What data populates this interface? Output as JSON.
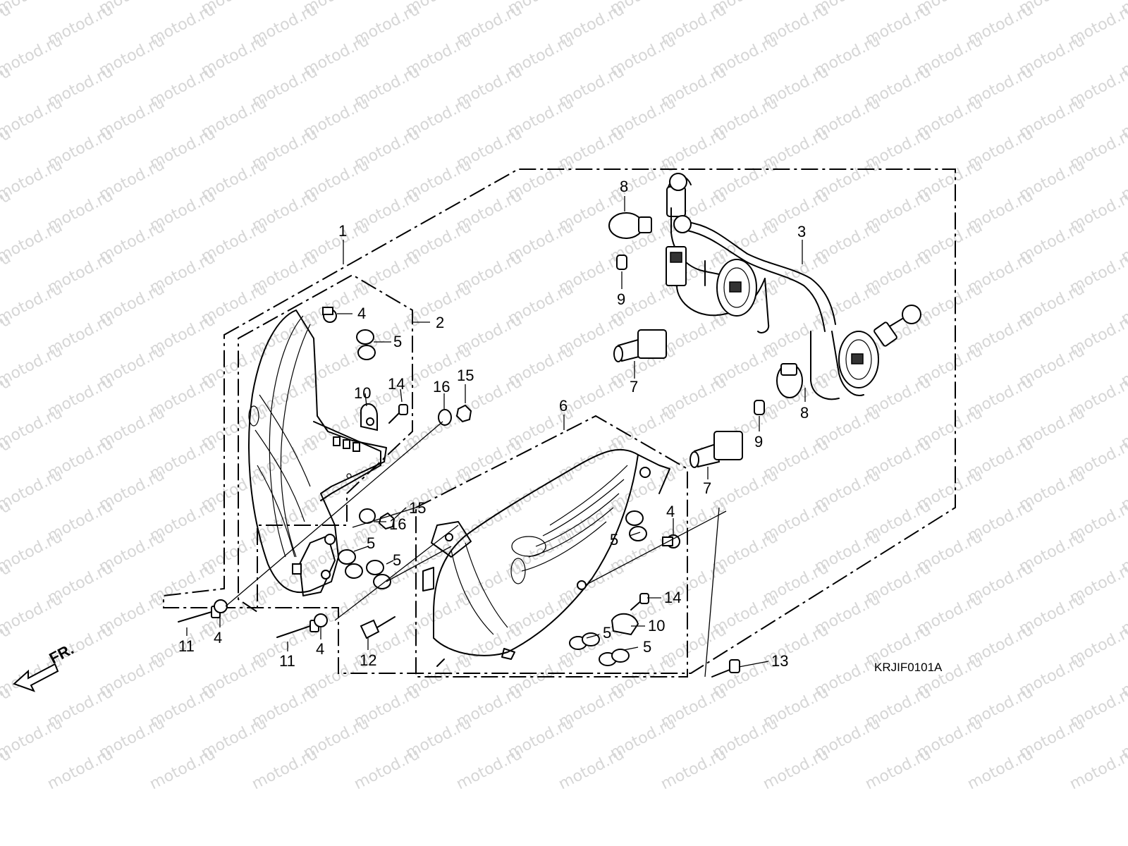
{
  "watermark_text": "motod.ru",
  "diagram_code": "KRJIF0101A",
  "front_indicator": "FR.",
  "callouts": [
    {
      "id": "c1",
      "text": "1"
    },
    {
      "id": "c2",
      "text": "2"
    },
    {
      "id": "c3",
      "text": "3"
    },
    {
      "id": "c4a",
      "text": "4"
    },
    {
      "id": "c4b",
      "text": "4"
    },
    {
      "id": "c4c",
      "text": "4"
    },
    {
      "id": "c4d",
      "text": "4"
    },
    {
      "id": "c5a",
      "text": "5"
    },
    {
      "id": "c5b",
      "text": "5"
    },
    {
      "id": "c5c",
      "text": "5"
    },
    {
      "id": "c5d",
      "text": "5"
    },
    {
      "id": "c5e",
      "text": "5"
    },
    {
      "id": "c5f",
      "text": "5"
    },
    {
      "id": "c6",
      "text": "6"
    },
    {
      "id": "c7a",
      "text": "7"
    },
    {
      "id": "c7b",
      "text": "7"
    },
    {
      "id": "c8a",
      "text": "8"
    },
    {
      "id": "c8b",
      "text": "8"
    },
    {
      "id": "c9a",
      "text": "9"
    },
    {
      "id": "c9b",
      "text": "9"
    },
    {
      "id": "c10a",
      "text": "10"
    },
    {
      "id": "c10b",
      "text": "10"
    },
    {
      "id": "c11a",
      "text": "11"
    },
    {
      "id": "c11b",
      "text": "11"
    },
    {
      "id": "c12",
      "text": "12"
    },
    {
      "id": "c13",
      "text": "13"
    },
    {
      "id": "c14a",
      "text": "14"
    },
    {
      "id": "c14b",
      "text": "14"
    },
    {
      "id": "c15a",
      "text": "15"
    },
    {
      "id": "c15b",
      "text": "15"
    },
    {
      "id": "c16a",
      "text": "16"
    },
    {
      "id": "c16b",
      "text": "16"
    }
  ]
}
